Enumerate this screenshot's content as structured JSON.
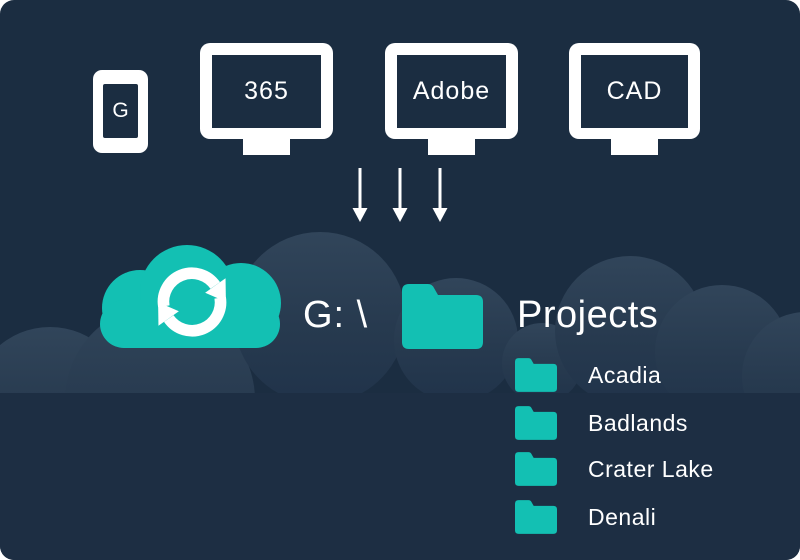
{
  "colors": {
    "bg": "#1b2d41",
    "band": "#1d2e43",
    "bump-top": "#31455a",
    "bump-bottom": "#20334a",
    "teal": "#13c0b3",
    "white": "#ffffff",
    "text": "#ffffff"
  },
  "devices": [
    {
      "kind": "phone",
      "label": "G"
    },
    {
      "kind": "monitor",
      "label": "365"
    },
    {
      "kind": "monitor",
      "label": "Adobe"
    },
    {
      "kind": "monitor",
      "label": "CAD"
    }
  ],
  "drive": {
    "path": "G: \\",
    "folder": "Projects"
  },
  "subfolders": [
    "Acadia",
    "Badlands",
    "Crater Lake",
    "Denali"
  ]
}
